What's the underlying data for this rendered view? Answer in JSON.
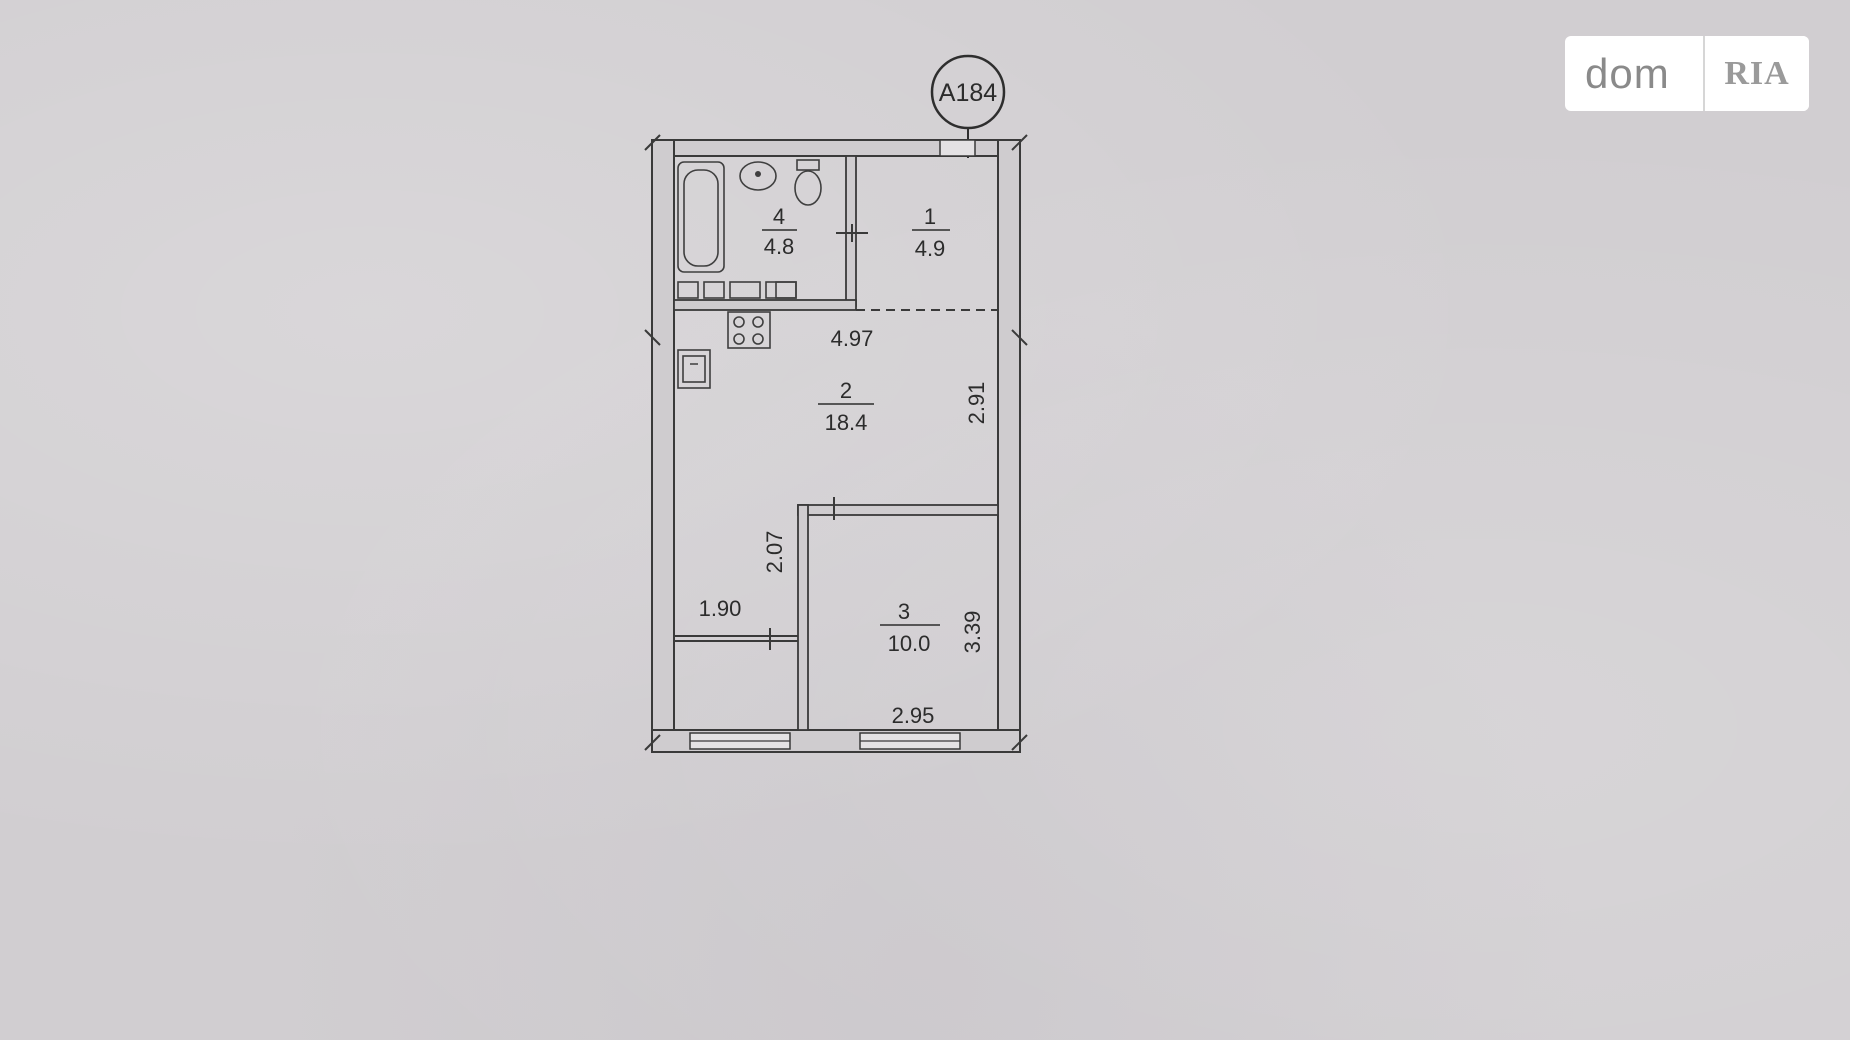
{
  "plan": {
    "unit_label": "A184",
    "rooms": [
      {
        "number": "4",
        "area": "4.8"
      },
      {
        "number": "1",
        "area": "4.9"
      },
      {
        "number": "2",
        "area": "18.4"
      },
      {
        "number": "3",
        "area": "10.0"
      }
    ],
    "dimensions": {
      "kitchen_width": "4.97",
      "kitchen_depth": "2.91",
      "hall_depth": "2.07",
      "hall_width": "1.90",
      "bedroom_depth": "3.39",
      "bedroom_width": "2.95"
    }
  },
  "logo": {
    "left_text": "dom",
    "right_text": "RIA"
  }
}
